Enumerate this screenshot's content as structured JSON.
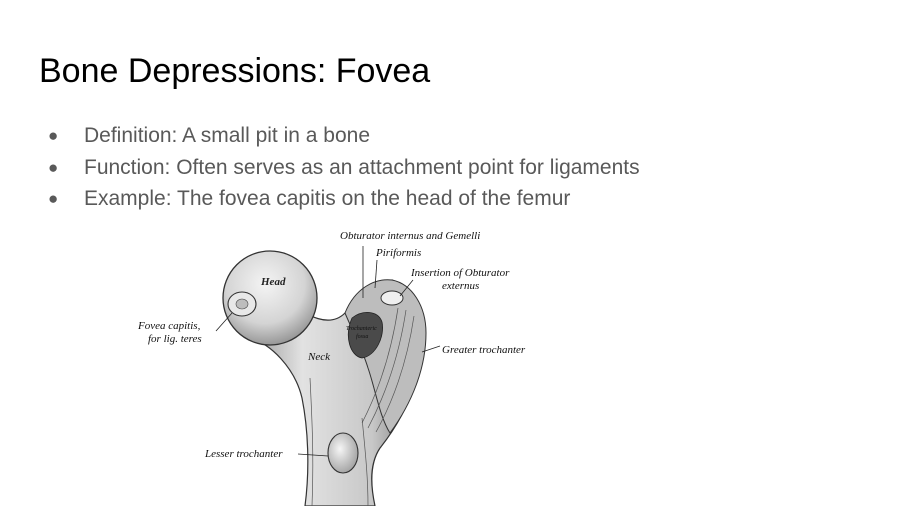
{
  "slide": {
    "title": "Bone Depressions: Fovea",
    "bullets": [
      {
        "marker": "●",
        "text": "Definition: A small pit in a bone"
      },
      {
        "marker": "●",
        "text": "Function: Often serves as an attachment point for ligaments"
      },
      {
        "marker": "●",
        "text": "Example: The fovea capitis on the head of the femur"
      }
    ]
  },
  "figure": {
    "labels": {
      "obturator_internus": "Obturator internus and Gemelli",
      "piriformis": "Piriformis",
      "insertion_line1": "Insertion of Obturator",
      "insertion_line2": "externus",
      "head": "Head",
      "fovea_line1": "Fovea capitis,",
      "fovea_line2": "for lig. teres",
      "trochanteric_line1": "Trochanteric",
      "trochanteric_line2": "fossa",
      "neck": "Neck",
      "greater_trochanter": "Greater trochanter",
      "lesser_trochanter": "Lesser trochanter"
    }
  }
}
